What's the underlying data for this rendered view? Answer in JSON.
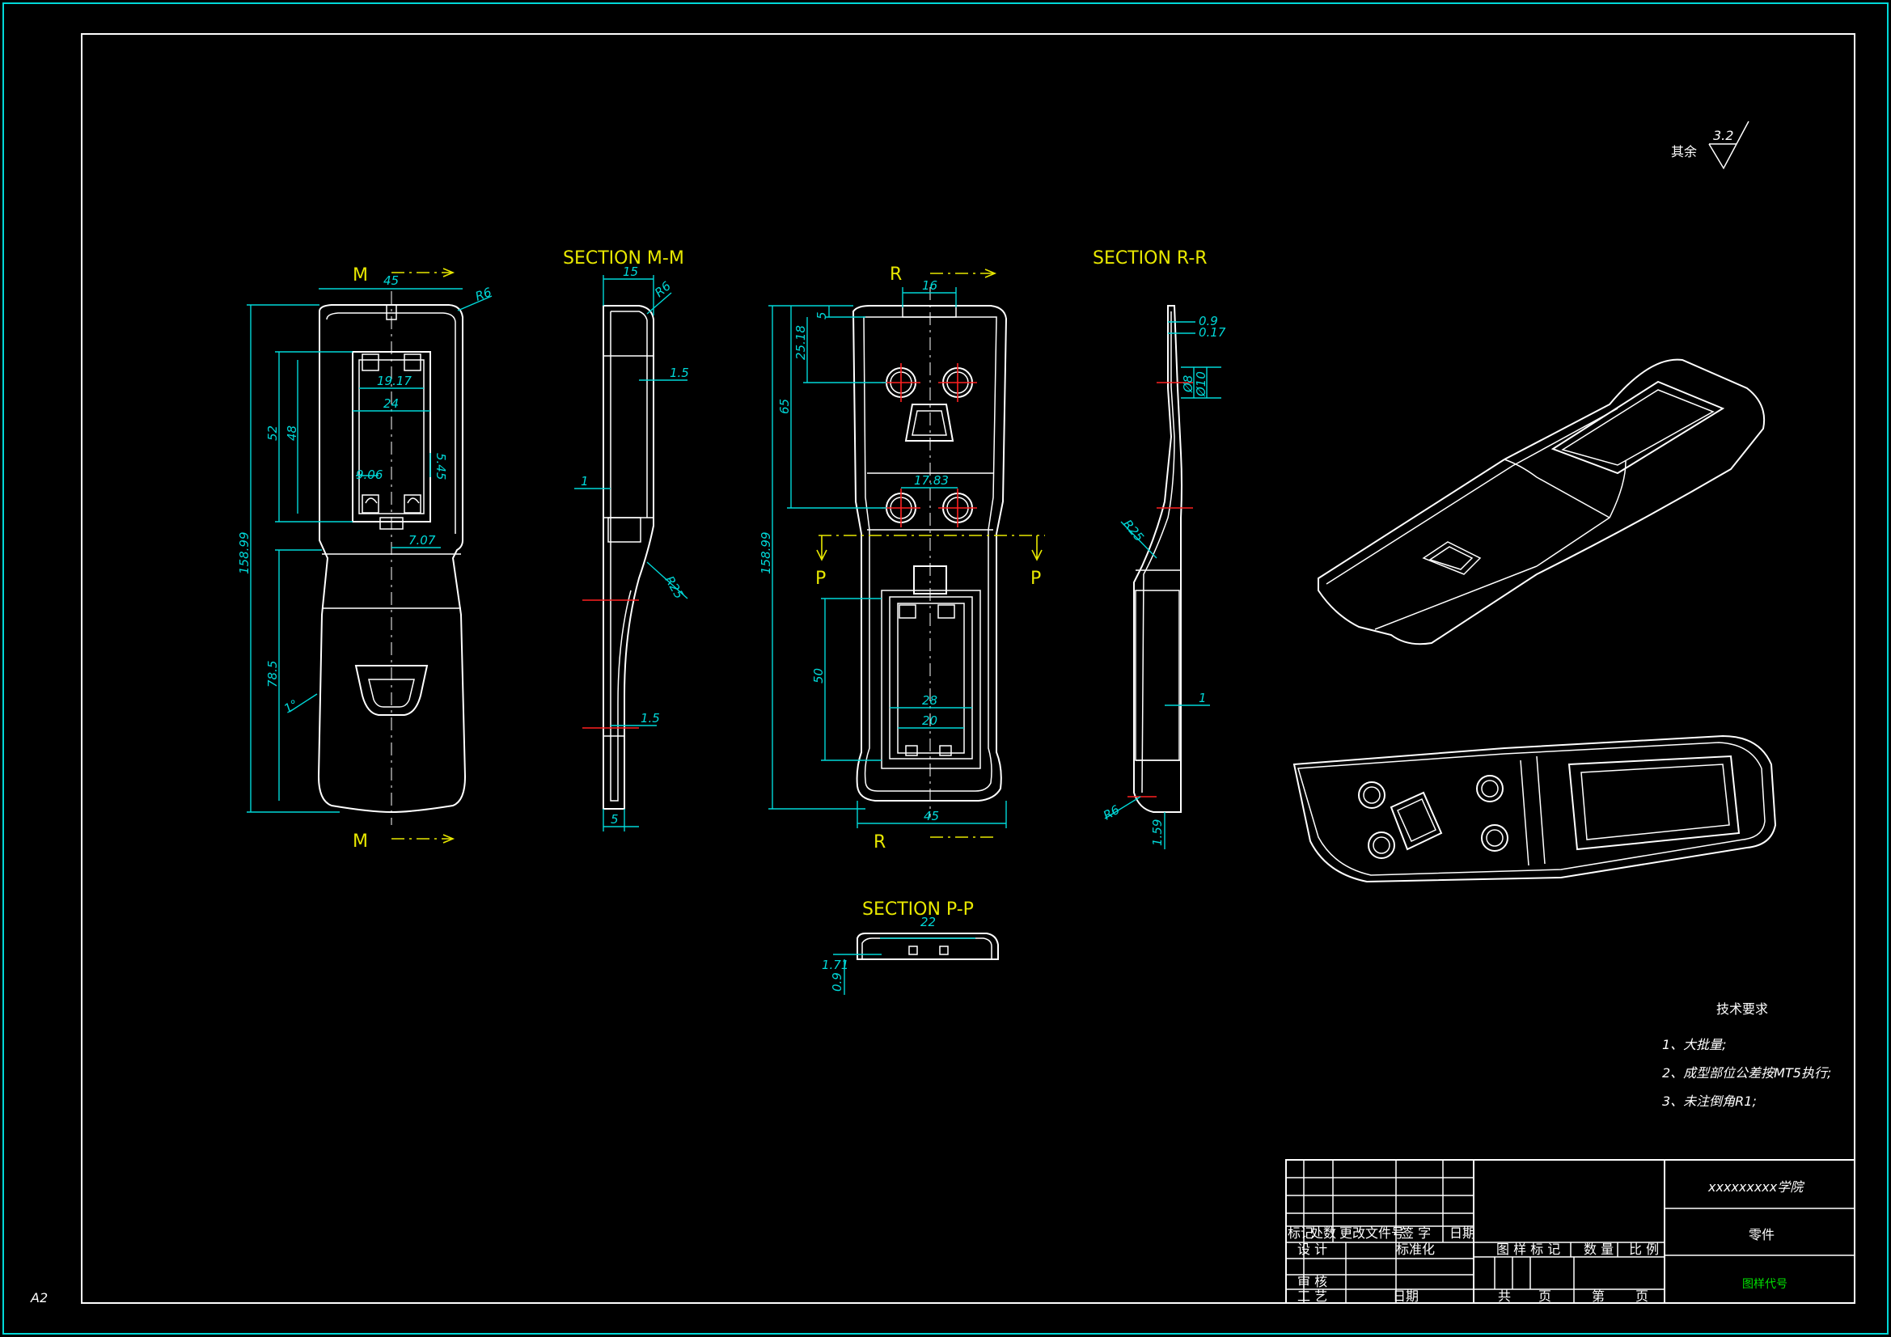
{
  "sheet": {
    "size_label": "A2",
    "roughness": {
      "prefix": "其余",
      "value": "3.2"
    }
  },
  "views": {
    "section_mm": "SECTION M-M",
    "section_rr": "SECTION R-R",
    "section_pp": "SECTION P-P",
    "cut_m": "M",
    "cut_r": "R",
    "cut_p": "P"
  },
  "dimensions": {
    "front": [
      "45",
      "R6",
      "19.17",
      "24",
      "52",
      "48",
      "9.06",
      "5.45",
      "7.07",
      "158.99",
      "78.5",
      "1°"
    ],
    "mm": [
      "15",
      "R6",
      "1.5",
      "1",
      "R25",
      "1.5",
      "5"
    ],
    "back": [
      "16",
      "5",
      "25.18",
      "65",
      "17.83",
      "158.99",
      "50",
      "28",
      "20",
      "45"
    ],
    "rr": [
      "0.9",
      "0.17",
      "Ø8",
      "Ø10",
      "R25",
      "1",
      "R6",
      "1.59"
    ],
    "pp": [
      "22",
      "1.71",
      "0.9"
    ]
  },
  "tech_requirements": {
    "title": "技术要求",
    "items": [
      "1、大批量;",
      "2、成型部位公差按MT5执行;",
      "3、未注倒角R1;"
    ]
  },
  "title_block": {
    "school": "xxxxxxxxx学院",
    "part_name": "零件",
    "drawing_no": "图样代号",
    "rev_headers": [
      "标记",
      "处数",
      "更改文件号",
      "签  字",
      "日期"
    ],
    "row_design": "设  计",
    "row_standard": "标准化",
    "row_check": "审  核",
    "row_process": "工  艺",
    "row_date": "日期",
    "stage_mark": "图 样 标 记",
    "quantity": "数  量",
    "scale": "比  例",
    "total": "共",
    "page_unit_1": "页",
    "sheet_no": "第",
    "page_unit_2": "页"
  },
  "colors": {
    "outline": "#ffffff",
    "dimension": "#00d8d8",
    "section_label": "#e8e800",
    "centerline": "#ff2020",
    "background": "#000000"
  }
}
